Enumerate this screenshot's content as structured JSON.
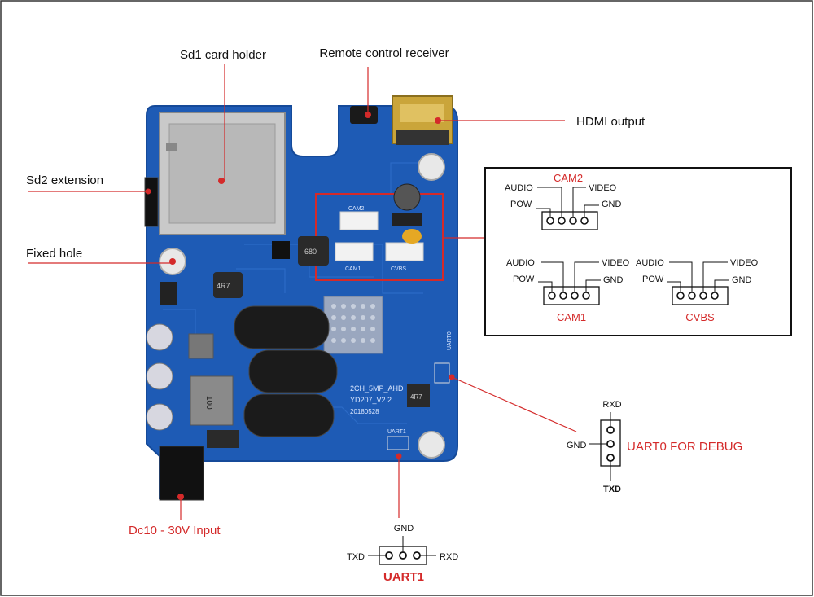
{
  "callouts": {
    "sd1": "Sd1 card holder",
    "remote": "Remote control receiver",
    "hdmi": "HDMI output",
    "sd2": "Sd2 extension",
    "fixed_hole": "Fixed hole",
    "dc_input": "Dc10 - 30V Input"
  },
  "connectors": {
    "cam2": {
      "title": "CAM2",
      "audio": "AUDIO",
      "video": "VIDEO",
      "pow": "POW",
      "gnd": "GND"
    },
    "cam1": {
      "title": "CAM1",
      "audio": "AUDIO",
      "video": "VIDEO",
      "pow": "POW",
      "gnd": "GND"
    },
    "cvbs": {
      "title": "CVBS",
      "audio": "AUDIO",
      "video": "VIDEO",
      "pow": "POW",
      "gnd": "GND"
    },
    "uart0": {
      "title": "UART0 FOR DEBUG",
      "rxd": "RXD",
      "gnd": "GND",
      "txd": "TXD"
    },
    "uart1": {
      "title": "UART1",
      "gnd": "GND",
      "txd": "TXD",
      "rxd": "RXD"
    }
  },
  "board": {
    "silk_cam2": "CAM2",
    "silk_cam1": "CAM1",
    "silk_cvbs": "CVBS",
    "silk_uart0": "UART0",
    "silk_uart1": "UART1",
    "silk_model1": "2CH_5MP_AHD",
    "silk_model2": "YD207_V2.2",
    "silk_date": "20180528",
    "silk_ind": "100",
    "silk_4r7": "4R7",
    "silk_680": "680",
    "silk_4r7b": "4R7"
  },
  "colors": {
    "accent": "#d42a2a",
    "board": "#1e5bb5",
    "line": "#222222"
  }
}
